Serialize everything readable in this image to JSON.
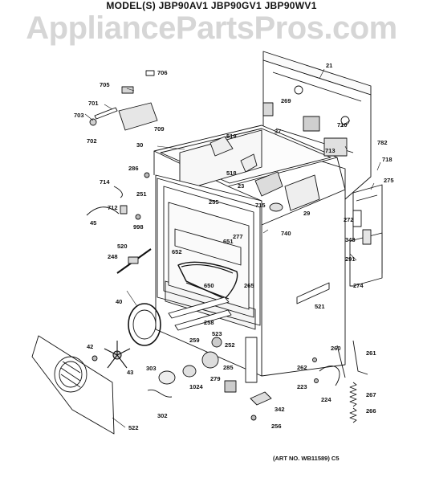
{
  "header": {
    "models": "MODEL(S) JBP90AV1  JBP90GV1  JBP90WV1"
  },
  "watermark": "AppliancePartsPros.com",
  "art_no": "(ART NO. WB11589) C5",
  "parts": [
    {
      "id": "p706",
      "label": "706"
    },
    {
      "id": "p705",
      "label": "705"
    },
    {
      "id": "p701",
      "label": "701"
    },
    {
      "id": "p703",
      "label": "703"
    },
    {
      "id": "p702",
      "label": "702"
    },
    {
      "id": "p709",
      "label": "709"
    },
    {
      "id": "p21",
      "label": "21"
    },
    {
      "id": "p269",
      "label": "269"
    },
    {
      "id": "p37",
      "label": "37"
    },
    {
      "id": "p710",
      "label": "710"
    },
    {
      "id": "p713",
      "label": "713"
    },
    {
      "id": "p782",
      "label": "782"
    },
    {
      "id": "p718",
      "label": "718"
    },
    {
      "id": "p275",
      "label": "275"
    },
    {
      "id": "p519",
      "label": "519"
    },
    {
      "id": "p30",
      "label": "30"
    },
    {
      "id": "p286",
      "label": "286"
    },
    {
      "id": "p518",
      "label": "518"
    },
    {
      "id": "p23",
      "label": "23"
    },
    {
      "id": "p714",
      "label": "714"
    },
    {
      "id": "p251",
      "label": "251"
    },
    {
      "id": "p712",
      "label": "712"
    },
    {
      "id": "p998",
      "label": "998"
    },
    {
      "id": "p45",
      "label": "45"
    },
    {
      "id": "p255",
      "label": "255"
    },
    {
      "id": "p715",
      "label": "715"
    },
    {
      "id": "p29",
      "label": "29"
    },
    {
      "id": "p272",
      "label": "272"
    },
    {
      "id": "p740",
      "label": "740"
    },
    {
      "id": "p348",
      "label": "348"
    },
    {
      "id": "p520",
      "label": "520"
    },
    {
      "id": "p277",
      "label": "277"
    },
    {
      "id": "p651",
      "label": "651"
    },
    {
      "id": "p652",
      "label": "652"
    },
    {
      "id": "p291",
      "label": "291"
    },
    {
      "id": "p248",
      "label": "248"
    },
    {
      "id": "p650",
      "label": "650"
    },
    {
      "id": "p265",
      "label": "265"
    },
    {
      "id": "p274",
      "label": "274"
    },
    {
      "id": "p521",
      "label": "521"
    },
    {
      "id": "p40",
      "label": "40"
    },
    {
      "id": "p258",
      "label": "258"
    },
    {
      "id": "p523",
      "label": "523"
    },
    {
      "id": "p259",
      "label": "259"
    },
    {
      "id": "p252",
      "label": "252"
    },
    {
      "id": "p42",
      "label": "42"
    },
    {
      "id": "p43",
      "label": "43"
    },
    {
      "id": "p303",
      "label": "303"
    },
    {
      "id": "p279",
      "label": "279"
    },
    {
      "id": "p1024",
      "label": "1024"
    },
    {
      "id": "p285",
      "label": "285"
    },
    {
      "id": "p260",
      "label": "260"
    },
    {
      "id": "p261",
      "label": "261"
    },
    {
      "id": "p262",
      "label": "262"
    },
    {
      "id": "p223",
      "label": "223"
    },
    {
      "id": "p224",
      "label": "224"
    },
    {
      "id": "p267",
      "label": "267"
    },
    {
      "id": "p266",
      "label": "266"
    },
    {
      "id": "p342",
      "label": "342"
    },
    {
      "id": "p256",
      "label": "256"
    },
    {
      "id": "p302",
      "label": "302"
    },
    {
      "id": "p522",
      "label": "522"
    }
  ]
}
